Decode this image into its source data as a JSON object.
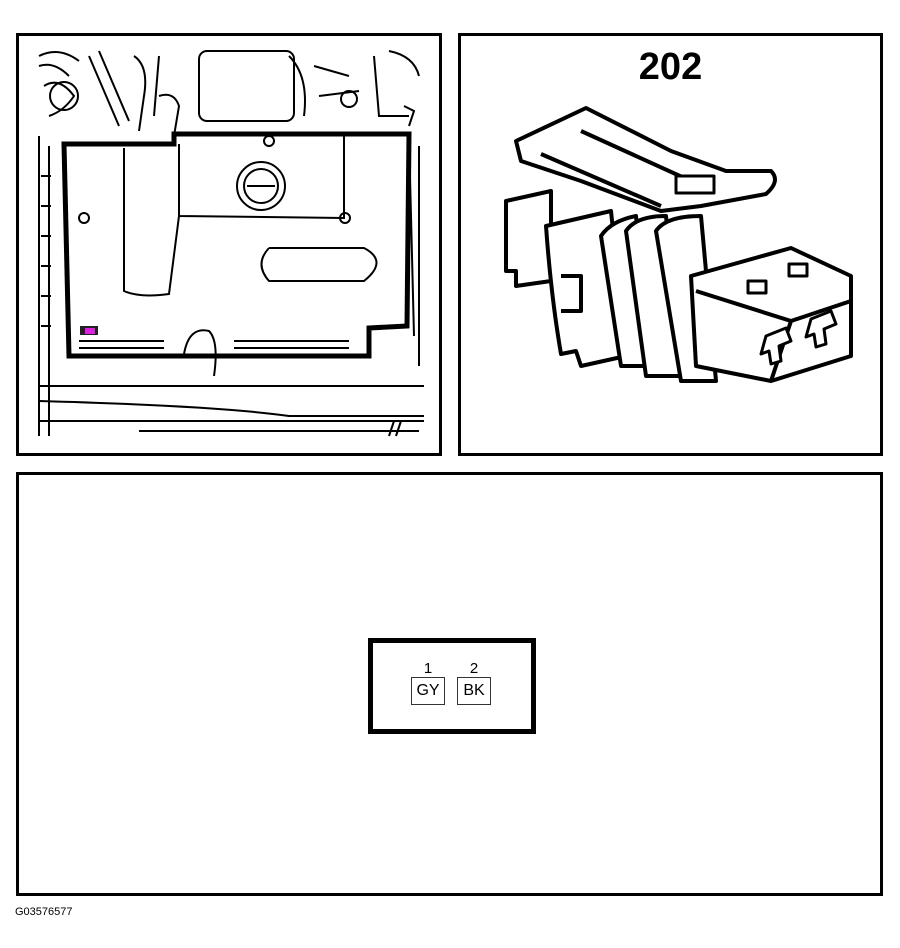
{
  "location_view": {
    "highlight_color": "#e020e0",
    "description": "Engine compartment with engine cover; connector location marked"
  },
  "connector_view": {
    "connector_number": "202"
  },
  "pinout": {
    "pins": [
      {
        "number": "1",
        "wire_color": "GY"
      },
      {
        "number": "2",
        "wire_color": "BK"
      }
    ]
  },
  "figure_id": "G03576577"
}
